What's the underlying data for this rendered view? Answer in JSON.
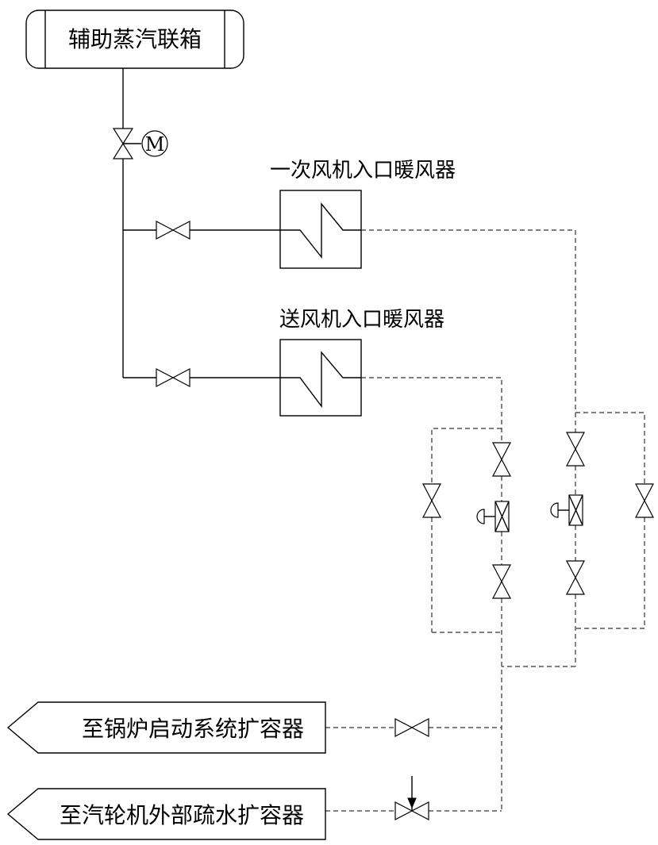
{
  "header": {
    "label": "辅助蒸汽联箱"
  },
  "motor_valve": {
    "symbol": "M"
  },
  "heaters": {
    "primary": {
      "label": "一次风机入口暖风器"
    },
    "forced": {
      "label": "送风机入口暖风器"
    }
  },
  "outlets": {
    "boiler": {
      "label": "至锅炉启动系统扩容器"
    },
    "turbine": {
      "label": "至汽轮机外部疏水扩容器"
    }
  }
}
